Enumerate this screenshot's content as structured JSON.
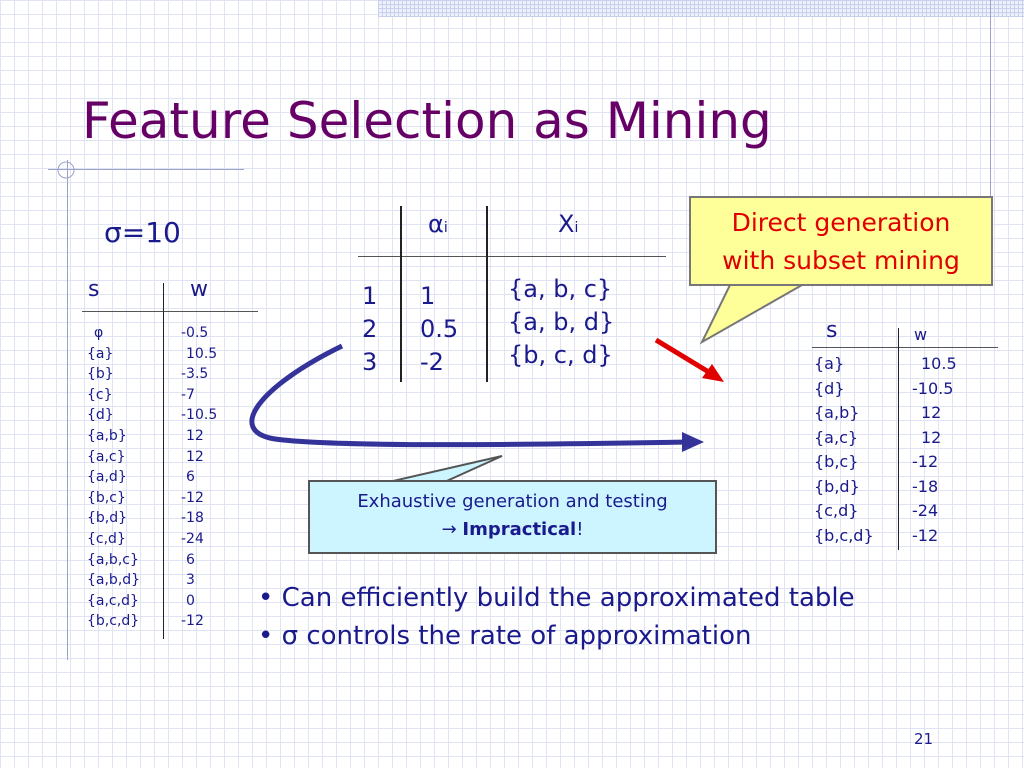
{
  "slide": {
    "title": "Feature Selection as Mining",
    "number": "21"
  },
  "left_table": {
    "sigma": "σ=10",
    "header_s": "s",
    "header_w": "w",
    "rows": [
      {
        "s": "φ",
        "w": "-0.5"
      },
      {
        "s": "{a}",
        "w": "10.5"
      },
      {
        "s": "{b}",
        "w": "-3.5"
      },
      {
        "s": "{c}",
        "w": "-7"
      },
      {
        "s": "{d}",
        "w": "-10.5"
      },
      {
        "s": "{a,b}",
        "w": "12"
      },
      {
        "s": "{a,c}",
        "w": "12"
      },
      {
        "s": "{a,d}",
        "w": "6"
      },
      {
        "s": "{b,c}",
        "w": "-12"
      },
      {
        "s": "{b,d}",
        "w": "-18"
      },
      {
        "s": "{c,d}",
        "w": "-24"
      },
      {
        "s": "{a,b,c}",
        "w": "6"
      },
      {
        "s": "{a,b,d}",
        "w": "3"
      },
      {
        "s": "{a,c,d}",
        "w": "0"
      },
      {
        "s": "{b,c,d}",
        "w": "-12"
      }
    ]
  },
  "middle_table": {
    "header_alpha": "α",
    "header_x": "X",
    "subscript": "i",
    "rows": [
      {
        "i": "1",
        "alpha": "1",
        "x": "{a, b, c}"
      },
      {
        "i": "2",
        "alpha": "0.5",
        "x": "{a, b, d}"
      },
      {
        "i": "3",
        "alpha": "-2",
        "x": "{b, c, d}"
      }
    ]
  },
  "right_table": {
    "header_s": "s",
    "header_w": "w",
    "rows": [
      {
        "s": "{a}",
        "w": "10.5"
      },
      {
        "s": "{d}",
        "w": "-10.5"
      },
      {
        "s": "{a,b}",
        "w": "12"
      },
      {
        "s": "{a,c}",
        "w": "12"
      },
      {
        "s": "{b,c}",
        "w": "-12"
      },
      {
        "s": "{b,d}",
        "w": "-18"
      },
      {
        "s": "{c,d}",
        "w": "-24"
      },
      {
        "s": "{b,c,d}",
        "w": "-12"
      }
    ]
  },
  "callouts": {
    "direct_line1": "Direct generation",
    "direct_line2": "with subset mining",
    "exhaustive_line1": "Exhaustive generation and testing",
    "exhaustive_arrow": "→",
    "exhaustive_bold": "Impractical",
    "exhaustive_end": "!"
  },
  "bullets": [
    "Can efficiently build the approximated table",
    "σ controls the rate of approximation"
  ],
  "colors": {
    "title": "#660066",
    "text": "#1a1a8c",
    "red_arrow": "#e00000",
    "yellow_callout": "#ffff99",
    "cyan_callout": "#ccf5ff"
  }
}
